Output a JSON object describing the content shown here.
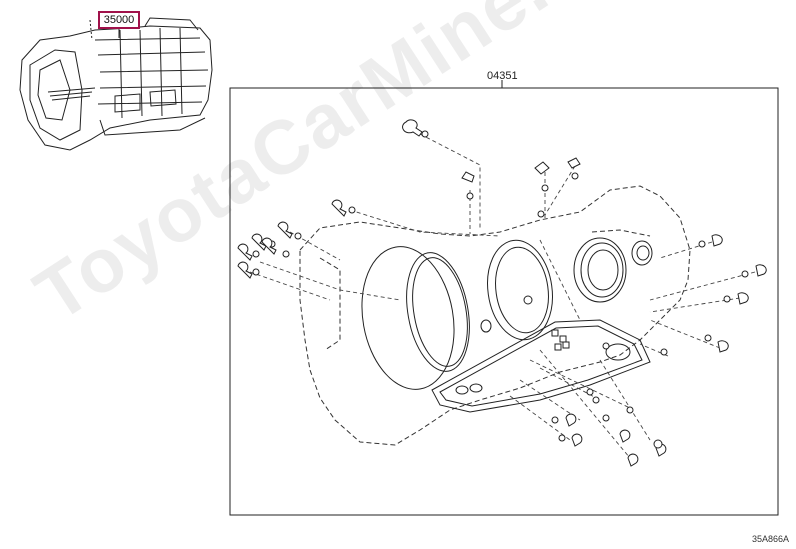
{
  "diagram": {
    "assembly_code": "35000",
    "kit_code": "04351",
    "figure_ref": "35A866A",
    "watermark": "ToyotaCarMine.ru"
  },
  "colors": {
    "highlight_border": "#a0114a",
    "line": "#222222",
    "dashed": "#444444",
    "watermark": "#d0d0d0"
  }
}
